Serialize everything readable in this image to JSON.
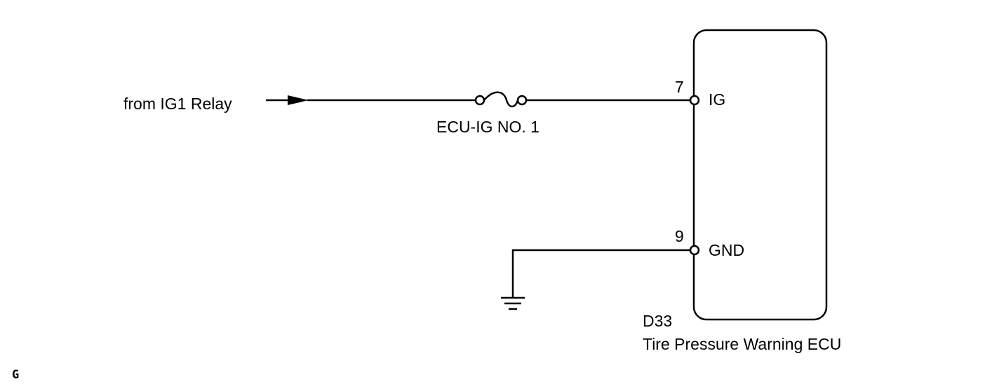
{
  "source_label": "from IG1 Relay",
  "fuse_label": "ECU-IG NO. 1",
  "ecu": {
    "code": "D33",
    "name": "Tire Pressure Warning ECU",
    "pins": [
      {
        "number": "7",
        "name": "IG"
      },
      {
        "number": "9",
        "name": "GND"
      }
    ]
  },
  "figure_code": "G"
}
